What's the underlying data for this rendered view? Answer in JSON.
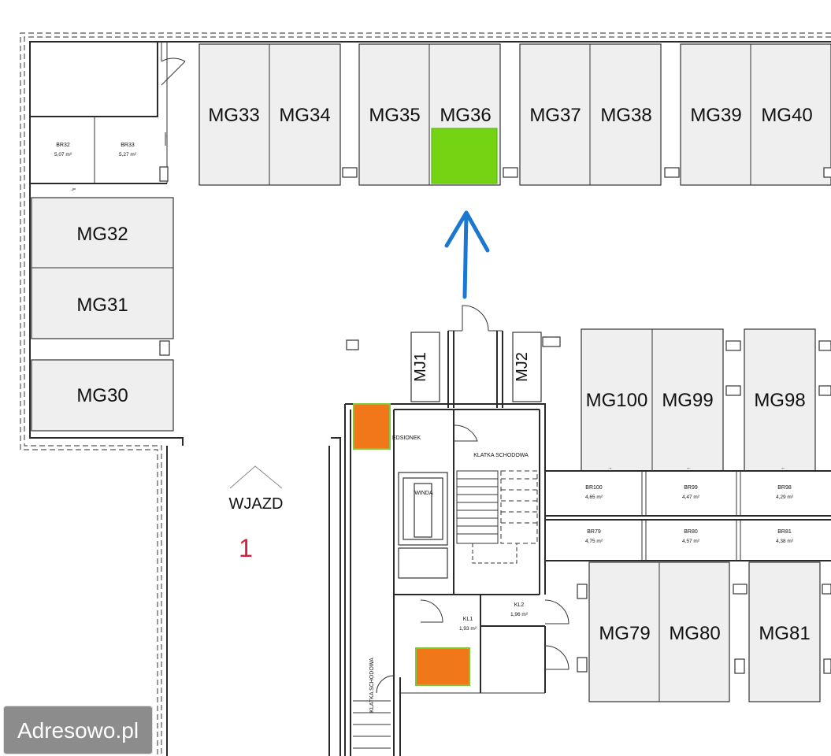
{
  "bays_top": [
    "MG33",
    "MG34",
    "MG35",
    "MG36",
    "MG37",
    "MG38",
    "MG39",
    "MG40"
  ],
  "bays_left": [
    "MG32",
    "MG31",
    "MG30"
  ],
  "bays_right_upper": [
    "MG100",
    "MG99",
    "MG98"
  ],
  "bays_right_lower": [
    "MG79",
    "MG80",
    "MG81"
  ],
  "lifts": [
    "MJ1",
    "MJ2"
  ],
  "storage_top_left": [
    {
      "name": "BR32",
      "area": "5,07 m²"
    },
    {
      "name": "BR33",
      "area": "5,27 m²"
    }
  ],
  "storage_row_1": [
    {
      "name": "BR100",
      "area": "4,65 m²"
    },
    {
      "name": "BR99",
      "area": "4,47 m²"
    },
    {
      "name": "BR98",
      "area": "4,29 m²"
    }
  ],
  "storage_row_2": [
    {
      "name": "BR79",
      "area": "4,75 m²"
    },
    {
      "name": "BR80",
      "area": "4,57 m²"
    },
    {
      "name": "BR81",
      "area": "4,38 m²"
    }
  ],
  "rooms": {
    "vestibule": "EDSIONEK",
    "staircase": "KLATKA SCHODOWA",
    "staircase_2": "KLATKA SCHODOWA",
    "elevator": "WINDA",
    "kl1_name": "KL1",
    "kl1_area": "1,93 m²",
    "kl2_name": "KL2",
    "kl2_area": "1,96 m²"
  },
  "entrance": {
    "label": "WJAZD",
    "number": "1"
  },
  "highlight": {
    "selected_bay": "MG36"
  },
  "watermark": "Adresowo.pl",
  "colors": {
    "selected": "#74d414",
    "storage_mark": "#f07818",
    "mark_border": "#7ac943",
    "arrow": "#1a78d0",
    "entrance_number": "#d4203a"
  }
}
